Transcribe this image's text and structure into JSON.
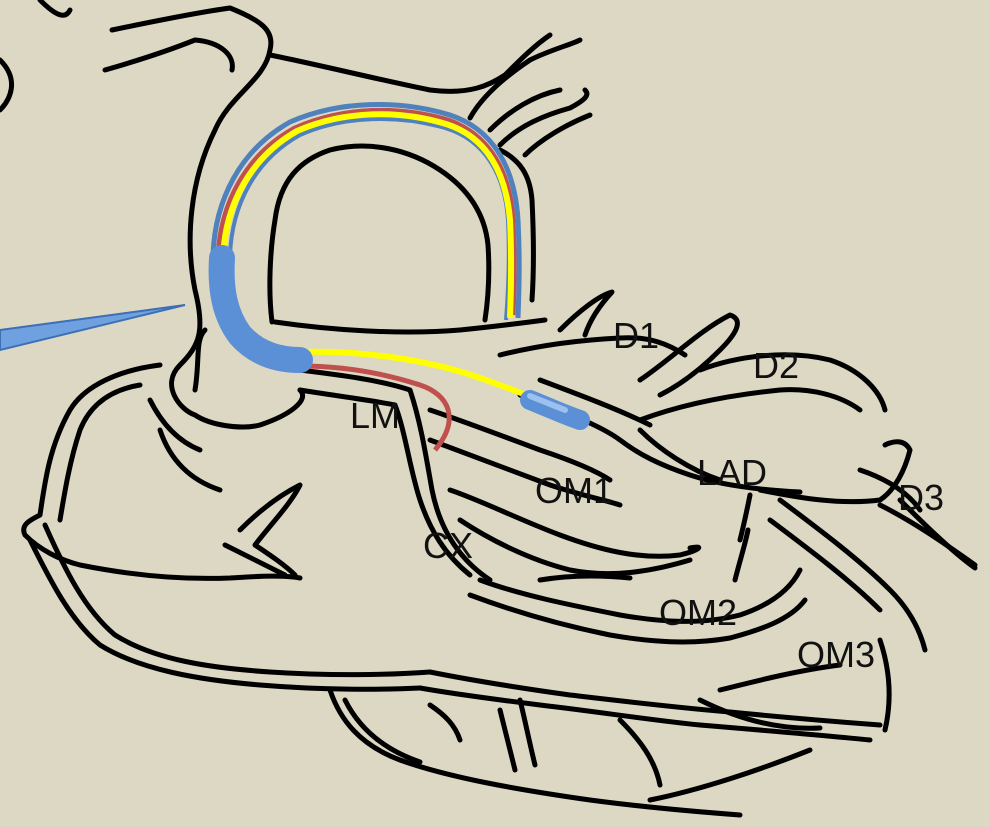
{
  "labels": {
    "lm": "LM",
    "cx": "CX",
    "lad": "LAD",
    "d1": "D1",
    "d2": "D2",
    "d3": "D3",
    "om1": "OM1",
    "om2": "OM2",
    "om3": "OM3"
  },
  "colors": {
    "background": "#dcd8c3",
    "vessel": "#000000",
    "catheter": "#5b8fd6",
    "wire_red": "#c0504d",
    "wire_yellow": "#ffff00",
    "wire_blue": "#4f81bd"
  }
}
